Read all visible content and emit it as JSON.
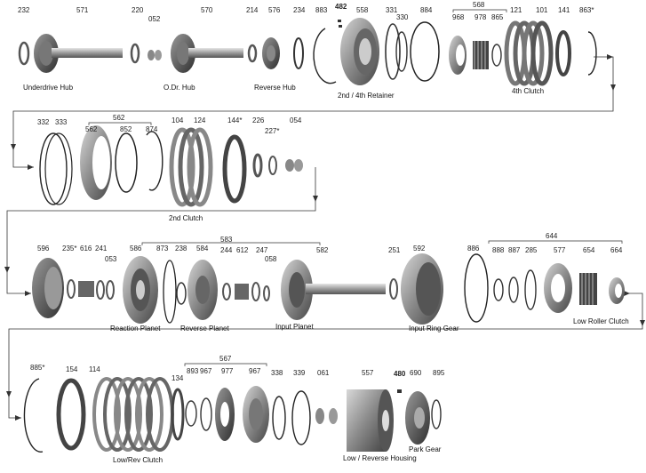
{
  "rows": [
    {
      "numbers": [
        "232",
        "571",
        "220",
        "052",
        "570",
        "214",
        "576",
        "234",
        "883",
        "482",
        "558",
        "331",
        "330",
        "884",
        "968",
        "978",
        "865",
        "568",
        "121",
        "101",
        "141",
        "863*"
      ],
      "labels": [
        "Underdrive Hub",
        "O.Dr. Hub",
        "Reverse Hub",
        "2nd / 4th Retainer",
        "4th Clutch"
      ]
    },
    {
      "numbers": [
        "332",
        "333",
        "562",
        "562",
        "852",
        "874",
        "104",
        "124",
        "144*",
        "226",
        "227*",
        "054"
      ],
      "labels": [
        "2nd Clutch"
      ]
    },
    {
      "numbers": [
        "596",
        "235*",
        "616",
        "241",
        "053",
        "586",
        "873",
        "238",
        "584",
        "583",
        "244",
        "612",
        "247",
        "058",
        "582",
        "251",
        "592",
        "886",
        "644",
        "888",
        "887",
        "285",
        "577",
        "654",
        "664"
      ],
      "labels": [
        "Reaction Planet",
        "Reverse Planet",
        "Input Planet",
        "Input Ring Gear",
        "Low Roller Clutch"
      ]
    },
    {
      "numbers": [
        "885*",
        "154",
        "114",
        "567",
        "134",
        "893",
        "967",
        "977",
        "967",
        "338",
        "339",
        "061",
        "557",
        "480",
        "690",
        "895"
      ],
      "labels": [
        "Low/Rev Clutch",
        "Low / Reverse Housing",
        "Park Gear"
      ]
    }
  ]
}
